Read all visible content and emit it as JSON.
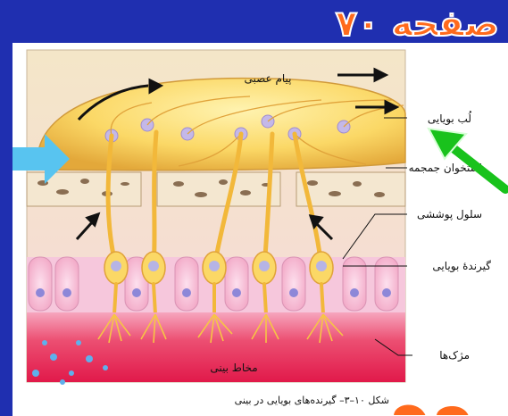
{
  "page": {
    "title": "صفحه ۷۰"
  },
  "diagram": {
    "labels": {
      "nerve_message": "پیام عصبی",
      "olfactory_bulb": "لُب بویایی",
      "cribriform": "استخوان جمجمه",
      "epithelial_cell": "سلول پوششی",
      "olfactory_receptor": "گیرندهٔ بویایی",
      "cilia": "مژک‌ها",
      "nasal_mucosa": "مخاط بینی"
    },
    "caption": "شکل ۱۰–۳– گیرنده‌های بویایی در بینی"
  },
  "colors": {
    "frame_blue": "#1f2fb0",
    "title_orange": "#ff6a1c",
    "pointer_green": "#19c21c",
    "pointer_blue": "#58c4f0",
    "mucosa_red": "#e73a62",
    "bulb_yellow": "#fbd866"
  },
  "icons": {
    "pointer": "arrow-icon"
  }
}
